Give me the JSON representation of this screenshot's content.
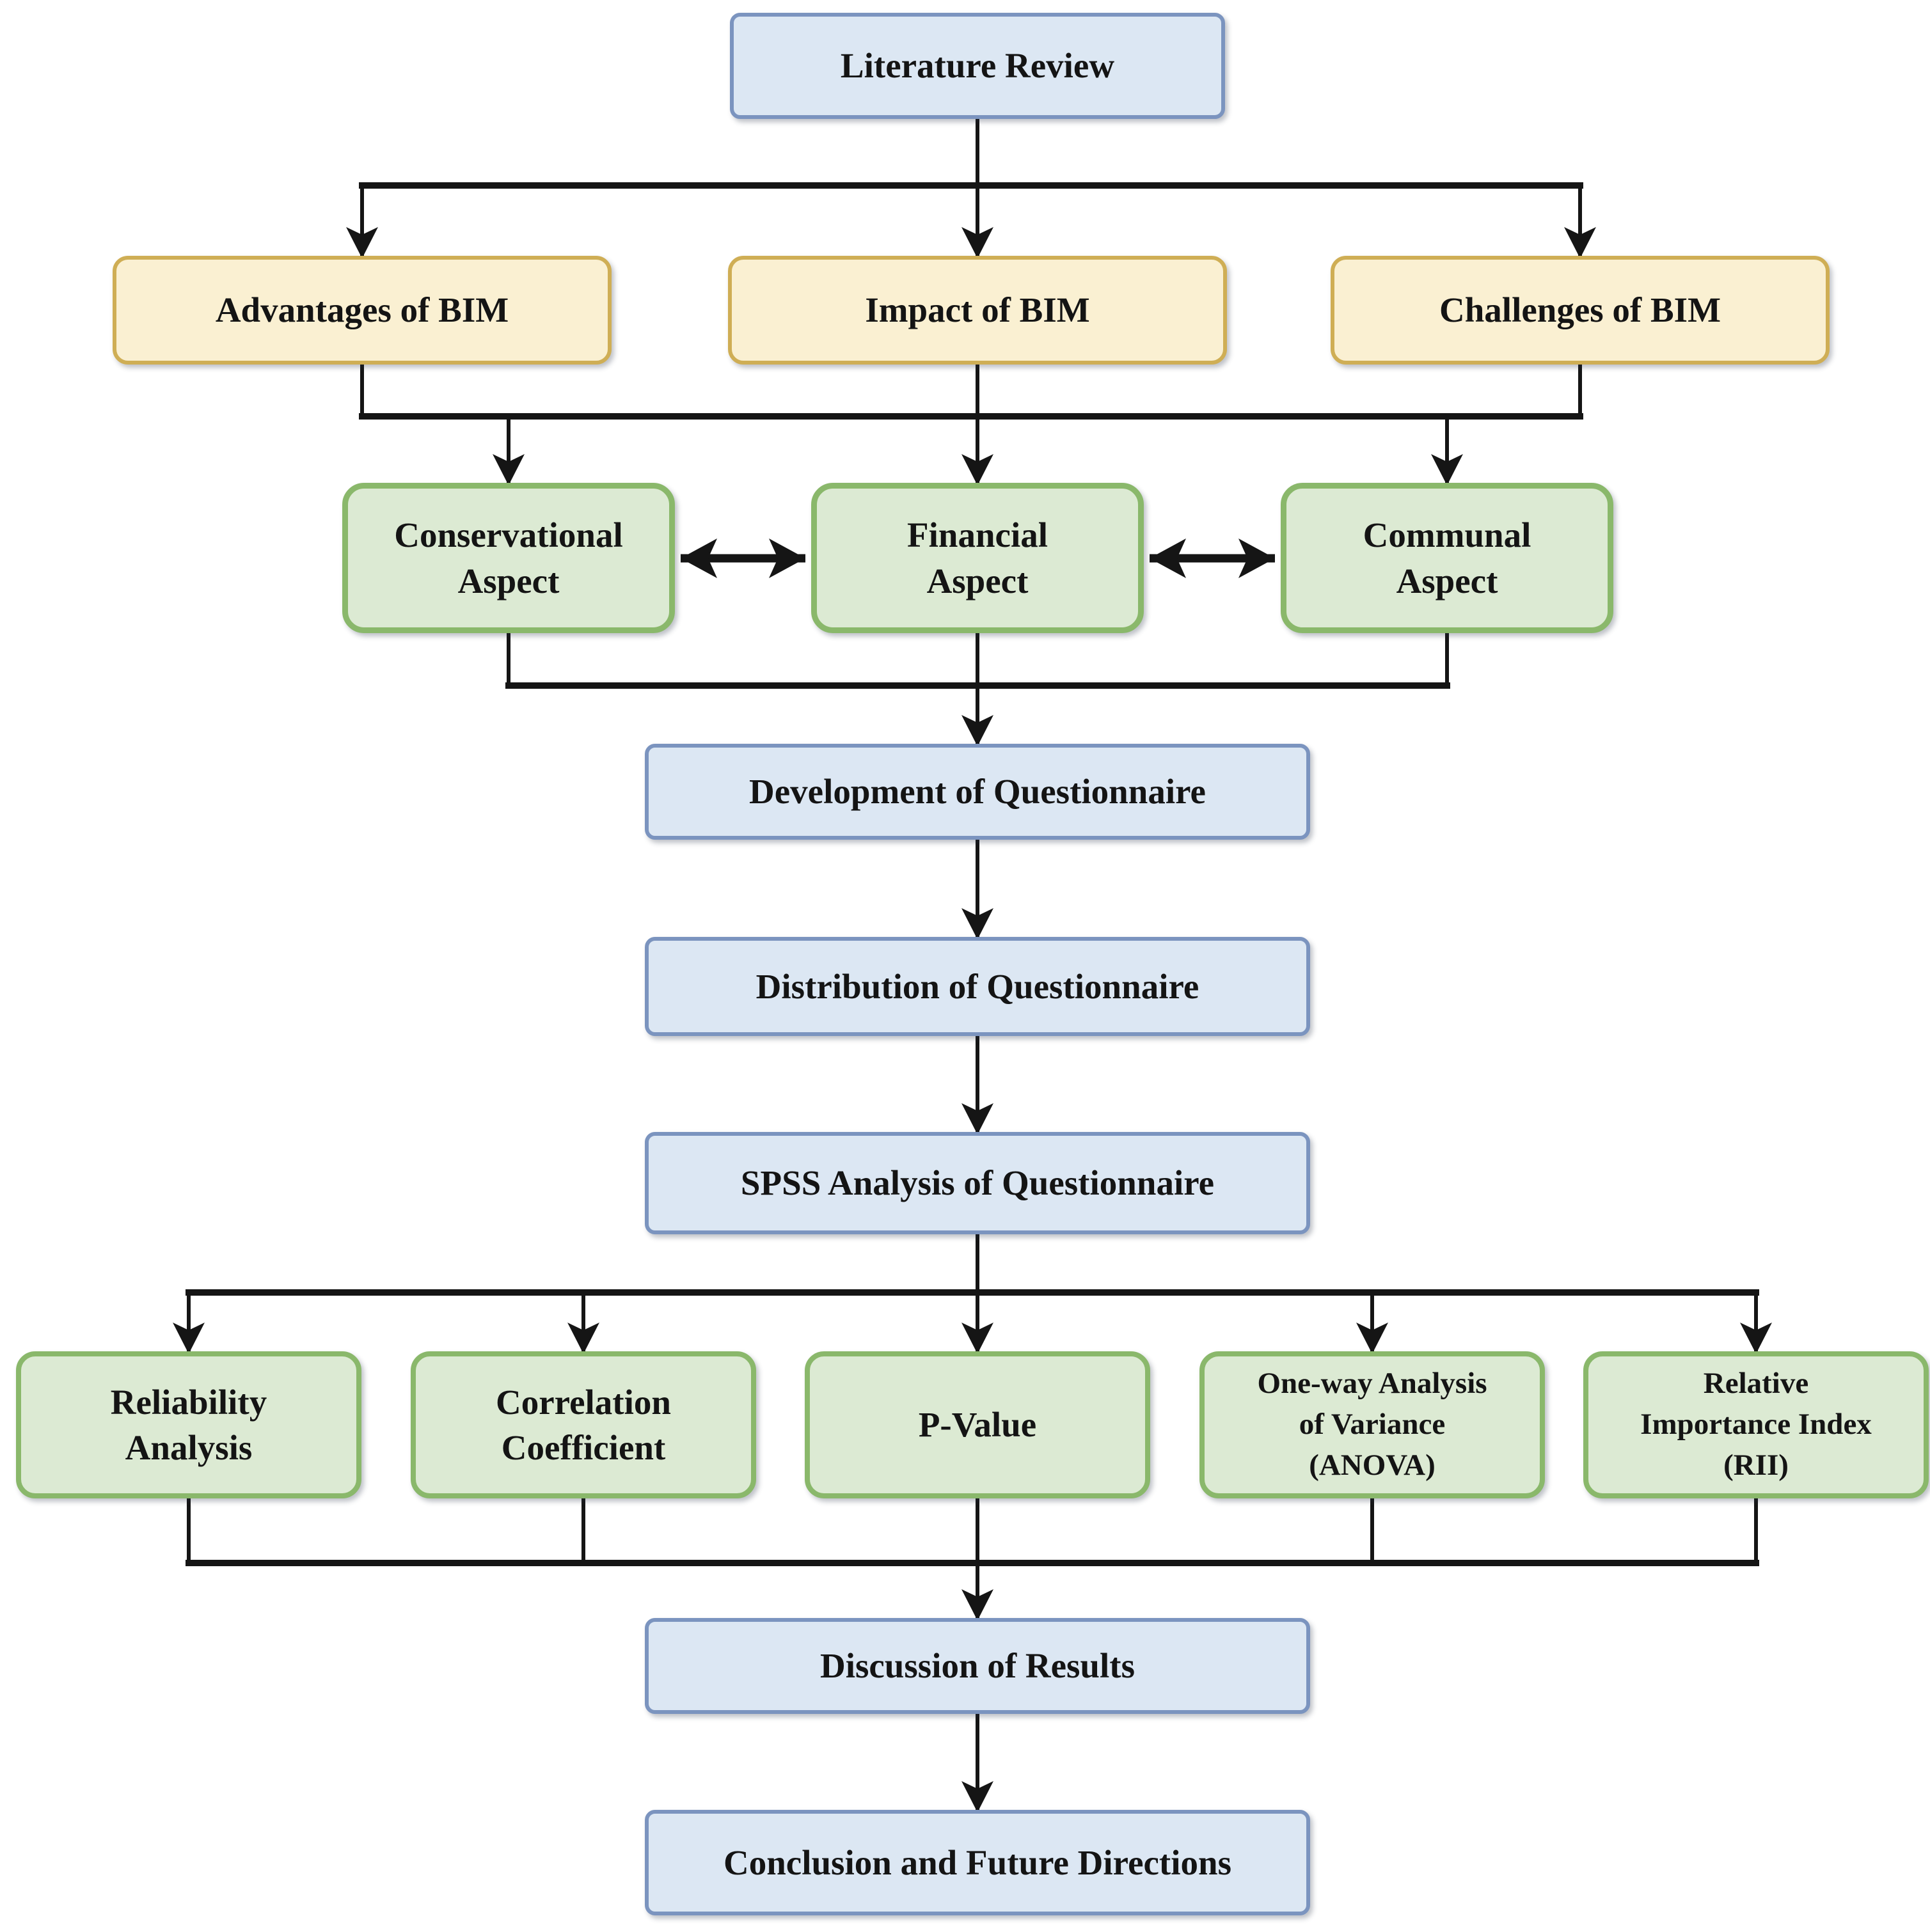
{
  "diagram_title": "BIM research methodology flowchart",
  "colors": {
    "blue_fill": "#dce7f3",
    "blue_border": "#7b94bf",
    "yellow_fill": "#faf0d2",
    "yellow_border": "#cfae55",
    "green_fill": "#dcead3",
    "green_border": "#8ab86b",
    "line": "#151515",
    "text": "#141414",
    "background": "#ffffff"
  },
  "nodes": {
    "literature_review": "Literature Review",
    "advantages_of_bim": "Advantages of BIM",
    "impact_of_bim": "Impact of BIM",
    "challenges_of_bim": "Challenges of  BIM",
    "conservational_aspect": "Conservational\nAspect",
    "financial_aspect": "Financial\nAspect",
    "communal_aspect": "Communal\nAspect",
    "development_of_questionnaire": "Development of Questionnaire",
    "distribution_of_questionnaire": "Distribution of Questionnaire",
    "spss_analysis_of_questionnaire": "SPSS Analysis of Questionnaire",
    "reliability_analysis": "Reliability\nAnalysis",
    "correlation_coefficient": "Correlation\nCoefficient",
    "p_value": "P-Value",
    "anova": "One-way Analysis\nof Variance\n(ANOVA)",
    "rii": "Relative\nImportance Index\n(RII)",
    "discussion_of_results": "Discussion of Results",
    "conclusion_and_future_directions": "Conclusion and Future Directions"
  },
  "edges": [
    "Literature Review -> Advantages of BIM",
    "Literature Review -> Impact of BIM",
    "Literature Review -> Challenges of BIM",
    "Advantages/Impact/Challenges -> Conservational Aspect",
    "Advantages/Impact/Challenges -> Financial Aspect",
    "Advantages/Impact/Challenges -> Communal Aspect",
    "Conservational Aspect <-> Financial Aspect",
    "Financial Aspect <-> Communal Aspect",
    "Aspects -> Development of Questionnaire",
    "Development of Questionnaire -> Distribution of Questionnaire",
    "Distribution of Questionnaire -> SPSS Analysis of Questionnaire",
    "SPSS Analysis -> Reliability Analysis",
    "SPSS Analysis -> Correlation Coefficient",
    "SPSS Analysis -> P-Value",
    "SPSS Analysis -> One-way Analysis of Variance (ANOVA)",
    "SPSS Analysis -> Relative Importance Index (RII)",
    "Analyses -> Discussion of Results",
    "Discussion of Results -> Conclusion and Future Directions"
  ]
}
